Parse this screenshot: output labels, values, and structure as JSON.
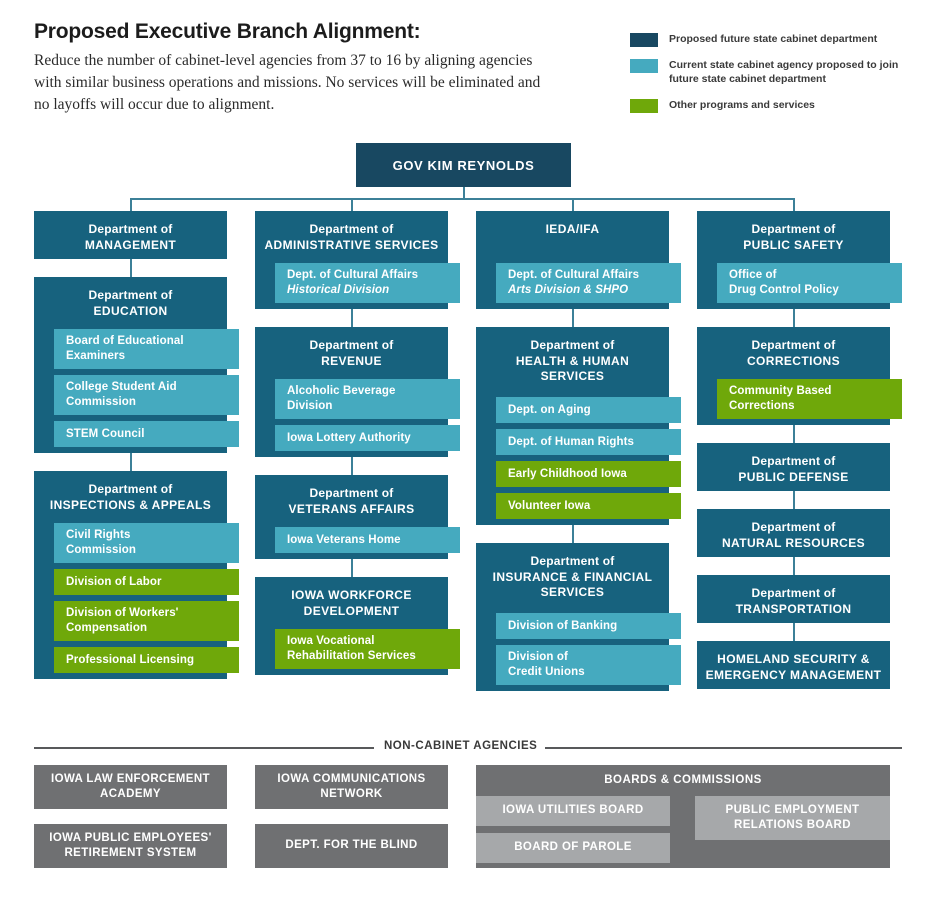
{
  "header": {
    "title": "Proposed Executive Branch Alignment:",
    "subtitle": "Reduce the number of cabinet-level agencies from 37 to 16 by aligning agencies with similar business operations and missions. No services will be eliminated and no layoffs will occur due to alignment."
  },
  "legend": {
    "items": [
      {
        "color": "#184861",
        "label": "Proposed future state cabinet department"
      },
      {
        "color": "#45AABF",
        "label": "Current state cabinet agency proposed to join future state cabinet department"
      },
      {
        "color": "#6FA80A",
        "label": "Other programs and services"
      }
    ]
  },
  "colors": {
    "governor": "#184861",
    "department": "#17627E",
    "subagency": "#45AABF",
    "other": "#6FA80A",
    "connector": "#3c8098",
    "noncabinet": "#6f7072",
    "noncabinet_light": "#a6a8aa"
  },
  "root": {
    "label": "GOV KIM REYNOLDS"
  },
  "columns": [
    {
      "departments": [
        {
          "line1": "Department of",
          "line2": "MANAGEMENT",
          "children": []
        },
        {
          "line1": "Department of",
          "line2": "EDUCATION",
          "children": [
            {
              "type": "teal",
              "line1": "Board of Educational",
              "line2": "Examiners"
            },
            {
              "type": "teal",
              "line1": "College Student Aid",
              "line2": "Commission"
            },
            {
              "type": "teal",
              "line1": "STEM Council",
              "line2": ""
            }
          ]
        },
        {
          "line1": "Department of",
          "line2": "INSPECTIONS & APPEALS",
          "children": [
            {
              "type": "teal",
              "line1": "Civil Rights",
              "line2": "Commission"
            },
            {
              "type": "green",
              "line1": "Division of Labor",
              "line2": ""
            },
            {
              "type": "green",
              "line1": "Division of Workers'",
              "line2": "Compensation"
            },
            {
              "type": "green",
              "line1": "Professional Licensing",
              "line2": ""
            }
          ]
        }
      ]
    },
    {
      "departments": [
        {
          "line1": "Department of",
          "line2": "ADMINISTRATIVE SERVICES",
          "children": [
            {
              "type": "teal",
              "line1": "Dept. of Cultural Affairs",
              "line2": "Historical Division",
              "italic2": true
            }
          ]
        },
        {
          "line1": "Department of",
          "line2": "REVENUE",
          "children": [
            {
              "type": "teal",
              "line1": "Alcoholic Beverage",
              "line2": "Division"
            },
            {
              "type": "teal",
              "line1": "Iowa Lottery Authority",
              "line2": ""
            }
          ]
        },
        {
          "line1": "Department of",
          "line2": "VETERANS AFFAIRS",
          "children": [
            {
              "type": "teal",
              "line1": "Iowa Veterans Home",
              "line2": ""
            }
          ]
        },
        {
          "line1": "IOWA WORKFORCE",
          "line2": "DEVELOPMENT",
          "allcaps": true,
          "children": [
            {
              "type": "green",
              "line1": "Iowa Vocational",
              "line2": "Rehabilitation Services"
            }
          ]
        }
      ]
    },
    {
      "departments": [
        {
          "line1": "IEDA/IFA",
          "line2": "",
          "allcaps": true,
          "children": [
            {
              "type": "teal",
              "line1": "Dept. of Cultural Affairs",
              "line2": "Arts Division & SHPO",
              "italic2": true
            }
          ]
        },
        {
          "line1": "Department of",
          "line2": "HEALTH & HUMAN",
          "line3": "SERVICES",
          "children": [
            {
              "type": "teal",
              "line1": "Dept. on Aging",
              "line2": ""
            },
            {
              "type": "teal",
              "line1": "Dept. of Human Rights",
              "line2": ""
            },
            {
              "type": "green",
              "line1": "Early Childhood Iowa",
              "line2": ""
            },
            {
              "type": "green",
              "line1": "Volunteer Iowa",
              "line2": ""
            }
          ]
        },
        {
          "line1": "Department of",
          "line2": "INSURANCE & FINANCIAL",
          "line3": "SERVICES",
          "children": [
            {
              "type": "teal",
              "line1": "Division of Banking",
              "line2": ""
            },
            {
              "type": "teal",
              "line1": "Division of",
              "line2": "Credit Unions"
            }
          ]
        }
      ]
    },
    {
      "departments": [
        {
          "line1": "Department of",
          "line2": "PUBLIC SAFETY",
          "children": [
            {
              "type": "teal",
              "line1": "Office of",
              "line2": "Drug Control Policy"
            }
          ]
        },
        {
          "line1": "Department of",
          "line2": "CORRECTIONS",
          "children": [
            {
              "type": "green",
              "line1": "Community Based",
              "line2": "Corrections"
            }
          ]
        },
        {
          "line1": "Department of",
          "line2": "PUBLIC DEFENSE",
          "children": []
        },
        {
          "line1": "Department of",
          "line2": "NATURAL RESOURCES",
          "children": []
        },
        {
          "line1": "Department of",
          "line2": "TRANSPORTATION",
          "children": []
        },
        {
          "line1": "HOMELAND SECURITY &",
          "line2": "EMERGENCY MANAGEMENT",
          "allcaps": true,
          "children": []
        }
      ]
    }
  ],
  "noncabinet": {
    "title": "NON-CABINET AGENCIES",
    "boxes": [
      {
        "line1": "IOWA LAW ENFORCEMENT",
        "line2": "ACADEMY"
      },
      {
        "line1": "IOWA COMMUNICATIONS",
        "line2": "NETWORK"
      },
      {
        "line1": "IOWA PUBLIC EMPLOYEES'",
        "line2": "RETIREMENT SYSTEM"
      },
      {
        "line1": "DEPT. FOR THE BLIND",
        "line2": ""
      }
    ],
    "boards": {
      "title": "BOARDS & COMMISSIONS",
      "items": [
        {
          "line1": "IOWA UTILITIES BOARD",
          "line2": ""
        },
        {
          "line1": "PUBLIC EMPLOYMENT",
          "line2": "RELATIONS BOARD"
        },
        {
          "line1": "BOARD OF PAROLE",
          "line2": ""
        }
      ]
    }
  }
}
